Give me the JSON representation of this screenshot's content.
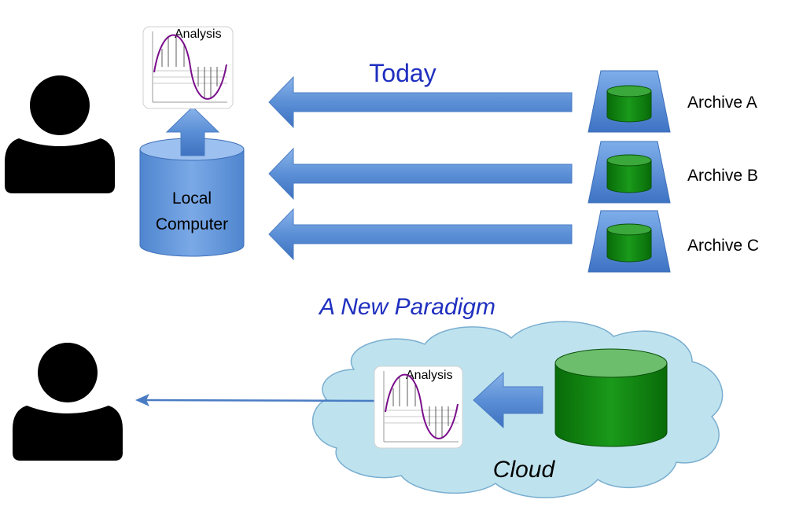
{
  "today": {
    "title": "Today"
  },
  "local_computer": {
    "line1": "Local",
    "line2": "Computer"
  },
  "analysis_label": "Analysis",
  "archives": [
    {
      "label": "Archive A"
    },
    {
      "label": "Archive B"
    },
    {
      "label": "Archive C"
    }
  ],
  "paradigm": {
    "title": "A New Paradigm"
  },
  "cloud": {
    "label": "Cloud"
  },
  "colors": {
    "person": "#000000",
    "arrow_fill": "#5b8fd6",
    "archive_green": "#0a7d0a",
    "cloud_fill": "#bfe3ee",
    "title_blue": "#1f2fbf",
    "sine_line": "#7a0f8c"
  }
}
